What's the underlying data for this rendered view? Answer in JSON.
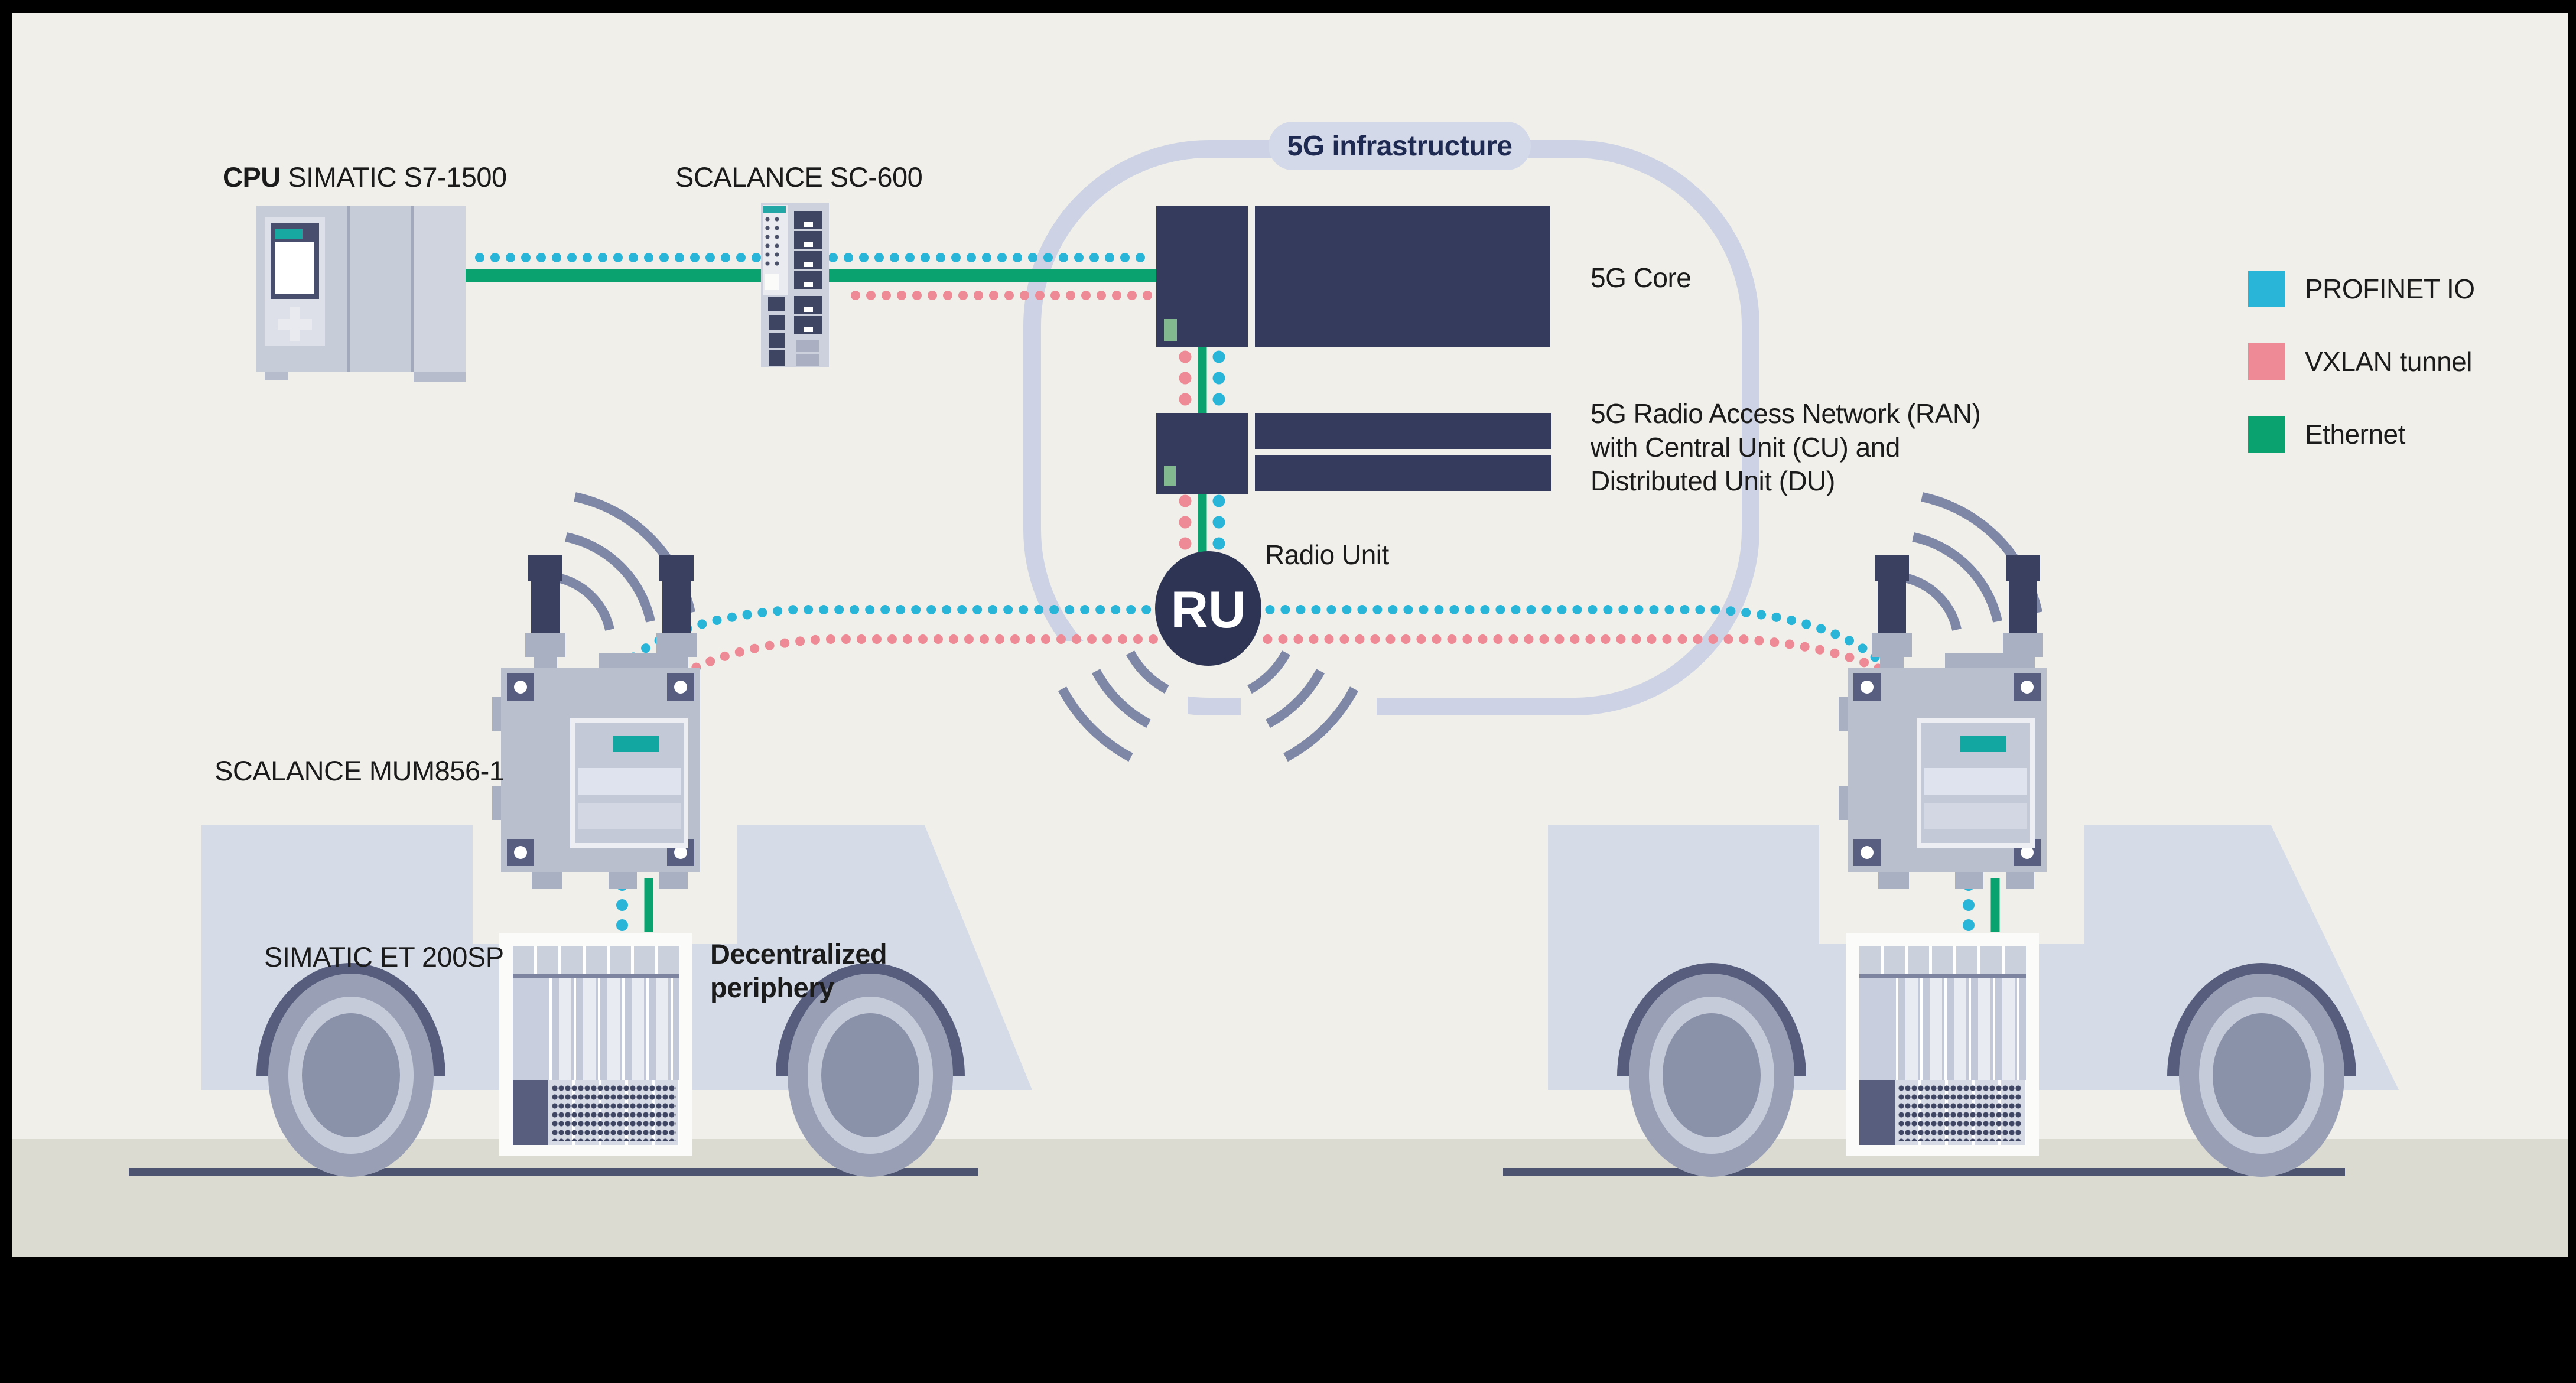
{
  "labels": {
    "cpu_bold": "CPU",
    "cpu_model": "SIMATIC S7-1500",
    "scalance_sc": "SCALANCE SC-600",
    "badge": "5G infrastructure",
    "core": "5G Core",
    "ran_line1": "5G Radio Access Network (RAN)",
    "ran_line2": "with Central Unit (CU) and",
    "ran_line3": "Distributed Unit (DU)",
    "radio_unit": "Radio Unit",
    "ru": "RU",
    "scalance_mum": "SCALANCE MUM856-1",
    "et200sp": "SIMATIC ET 200SP",
    "decentralized_line1": "Decentralized",
    "decentralized_line2": "periphery"
  },
  "legend": {
    "items": [
      {
        "label": "PROFINET IO",
        "color": "#29b5d8"
      },
      {
        "label": "VXLAN tunnel",
        "color": "#ee8a95"
      },
      {
        "label": "Ethernet",
        "color": "#0aa36f"
      }
    ]
  },
  "colors": {
    "profinet_io": "#29b5d8",
    "vxlan_tunnel": "#ee8a95",
    "ethernet": "#0aa36f",
    "device_navy": "#343b5c",
    "ru_circle": "#2e3554",
    "cloud_outline": "#cdd3e4",
    "badge_background": "#d4d9e9",
    "canvas_background": "#f0efea",
    "ground": "#dcdbd2",
    "road": "#4d5470"
  }
}
